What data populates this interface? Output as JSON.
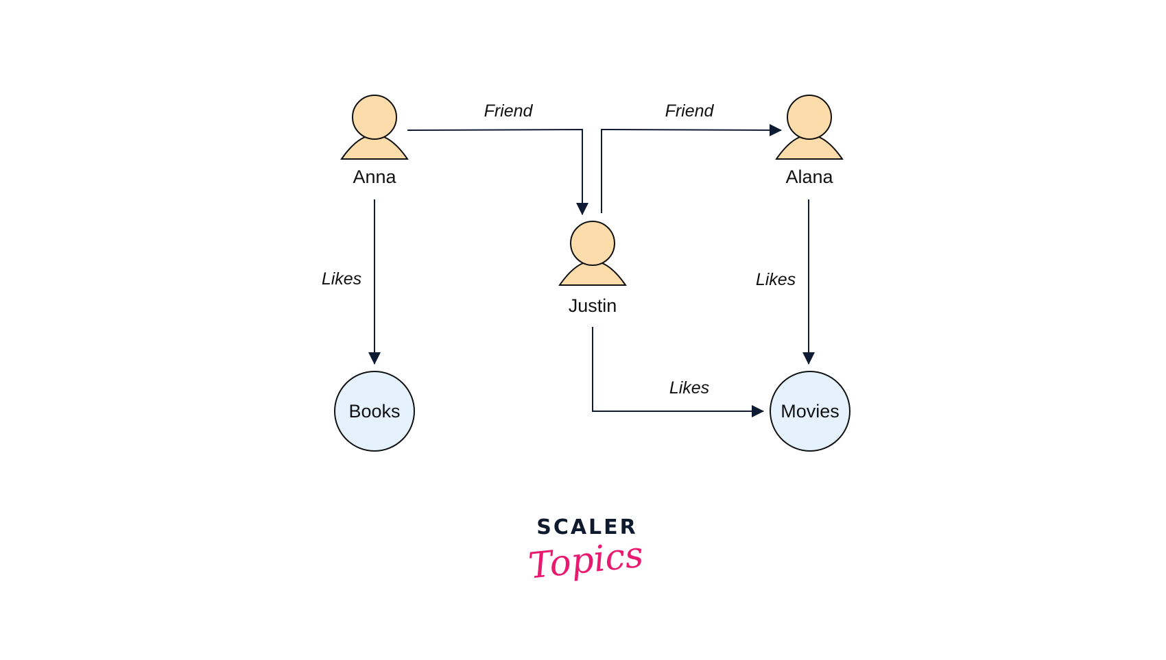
{
  "nodes": {
    "anna": "Anna",
    "justin": "Justin",
    "alana": "Alana",
    "books": "Books",
    "movies": "Movies"
  },
  "edges": {
    "anna_justin": "Friend",
    "justin_alana": "Friend",
    "anna_books": "Likes",
    "alana_movies": "Likes",
    "justin_movies": "Likes"
  },
  "logo": {
    "line1": "SCALER",
    "line2": "Topics"
  },
  "colors": {
    "person_fill": "#fcdcaa",
    "thing_fill": "#e5f2fd",
    "line": "#0f1a33",
    "brand_pink": "#e8196f",
    "brand_dark": "#0f1a2e"
  }
}
